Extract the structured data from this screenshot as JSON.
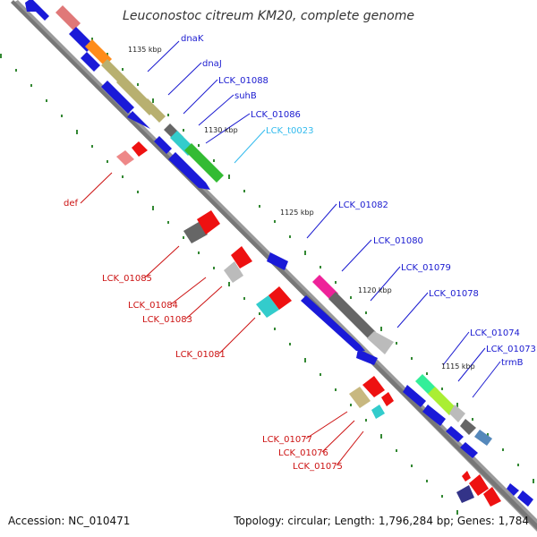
{
  "map": {
    "title": "Leuconostoc citreum KM20, complete genome",
    "footer": {
      "accession": "Accession: NC_010471",
      "summary": "Topology: circular; Length: 1,796,284 bp; Genes: 1,784"
    },
    "colors": {
      "forward_label": "#1a1ad0",
      "reverse_label": "#cc1111",
      "rna_label": "#33bbee",
      "backbone": "#888888",
      "ticks": "#338833"
    },
    "kbp_markers": [
      "1135 kbp",
      "1130 kbp",
      "1125 kbp",
      "1120 kbp",
      "1115 kbp"
    ],
    "forward_labels": [
      "dnaK",
      "dnaJ",
      "LCK_01088",
      "suhB",
      "LCK_01086",
      "LCK_t0023",
      "LCK_01082",
      "LCK_01080",
      "LCK_01079",
      "LCK_01078",
      "LCK_01074",
      "LCK_01073",
      "trmB"
    ],
    "reverse_labels": [
      "def",
      "LCK_01085",
      "LCK_01084",
      "LCK_01083",
      "LCK_01081",
      "LCK_01077",
      "LCK_01076",
      "LCK_01075"
    ]
  }
}
